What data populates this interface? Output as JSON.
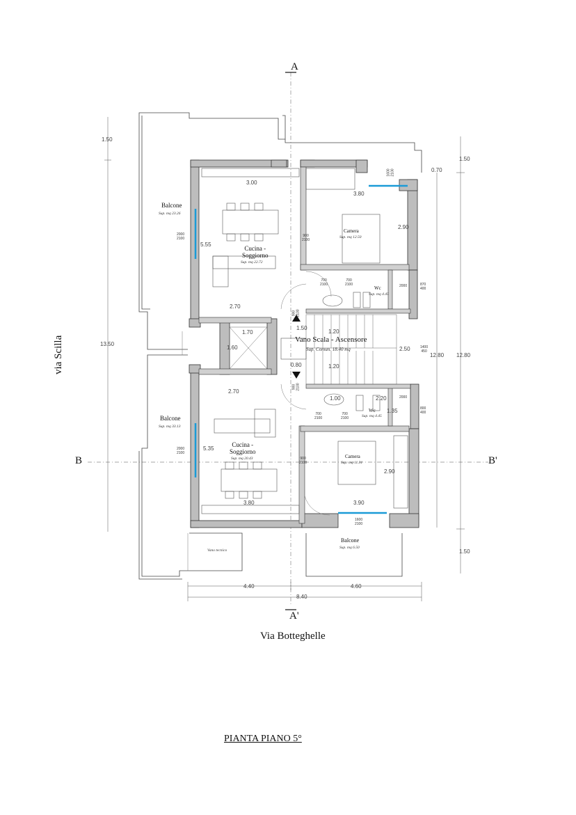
{
  "title": "PIANTA PIANO 5°",
  "streets": {
    "left": "via Scilla",
    "bottom": "Via Botteghelle"
  },
  "sections": {
    "a_top": "A",
    "a_bottom": "A'",
    "b_left": "B",
    "b_right": "B'"
  },
  "rooms": {
    "balcone_top": {
      "name": "Balcone",
      "area": "Sup. mq 23.26"
    },
    "cucina_top": {
      "name": "Cucina -\nSoggiorno",
      "area": "Sup. mq 22.72"
    },
    "camera_top": {
      "name": "Camera",
      "area": "Sup. mq 12.50"
    },
    "wc_top": {
      "name": "Wc",
      "area": "Sup. mq 4.45"
    },
    "vano_scala": {
      "name": "Vano Scala - Ascensore",
      "area": "Sup. Comun. 18.40 mq"
    },
    "wc_bottom": {
      "name": "Wc",
      "area": "Sup. mq 4.45"
    },
    "balcone_mid": {
      "name": "Balcone",
      "area": "Sup. mq 33.13"
    },
    "cucina_bottom": {
      "name": "Cucina -\nSoggiorno",
      "area": "Sup. mq 20.43"
    },
    "camera_bottom": {
      "name": "Camera",
      "area": "Sup. mq 11.31"
    },
    "balcone_bottom": {
      "name": "Balcone",
      "area": "Sup. mq 6.50"
    },
    "vano_tecnico": {
      "name": "Vano tecnico"
    }
  },
  "dimensions": {
    "d_300": "3.00",
    "d_380_top": "3.80",
    "d_290_top": "2.90",
    "d_555": "5.55",
    "d_270_top": "2.70",
    "d_170": "1.70",
    "d_160": "1.60",
    "d_120a": "1.20",
    "d_150_mid": "1.50",
    "d_250": "2.50",
    "d_080": "0.80",
    "d_120b": "1.20",
    "d_270_bot": "2.70",
    "d_100": "1.00",
    "d_220": "2.20",
    "d_135": "1.35",
    "d_535": "5.35",
    "d_290_bot": "2.90",
    "d_380_bot": "3.80",
    "d_390": "3.90",
    "d_150_left": "1.50",
    "d_1350": "13.50",
    "d_150_right_top": "1.50",
    "d_070": "0.70",
    "d_1280_a": "12.80",
    "d_1280_b": "12.80",
    "d_150_right_bot": "1.50",
    "d_440": "4.40",
    "d_460": "4.60",
    "d_840": "8.40"
  },
  "openings": {
    "w1": "1600\n2100",
    "w2": "2000\n2100",
    "w3": "900\n2100",
    "w4": "700\n2100",
    "w5": "700\n2100",
    "w6": "2000",
    "w7": "870\n400",
    "w8": "900\n2100",
    "w9": "1400\n450",
    "w10": "700\n2100",
    "w11": "700\n2100",
    "w12": "2000",
    "w13": "800\n400",
    "w14": "2000\n2100",
    "w15": "900\n2100",
    "w16": "1600\n2100",
    "w17": "900\n2100"
  },
  "colors": {
    "wall": "#bdbdbd",
    "wall_line": "#333333",
    "window": "#1a9bd7",
    "axis": "#888888"
  }
}
